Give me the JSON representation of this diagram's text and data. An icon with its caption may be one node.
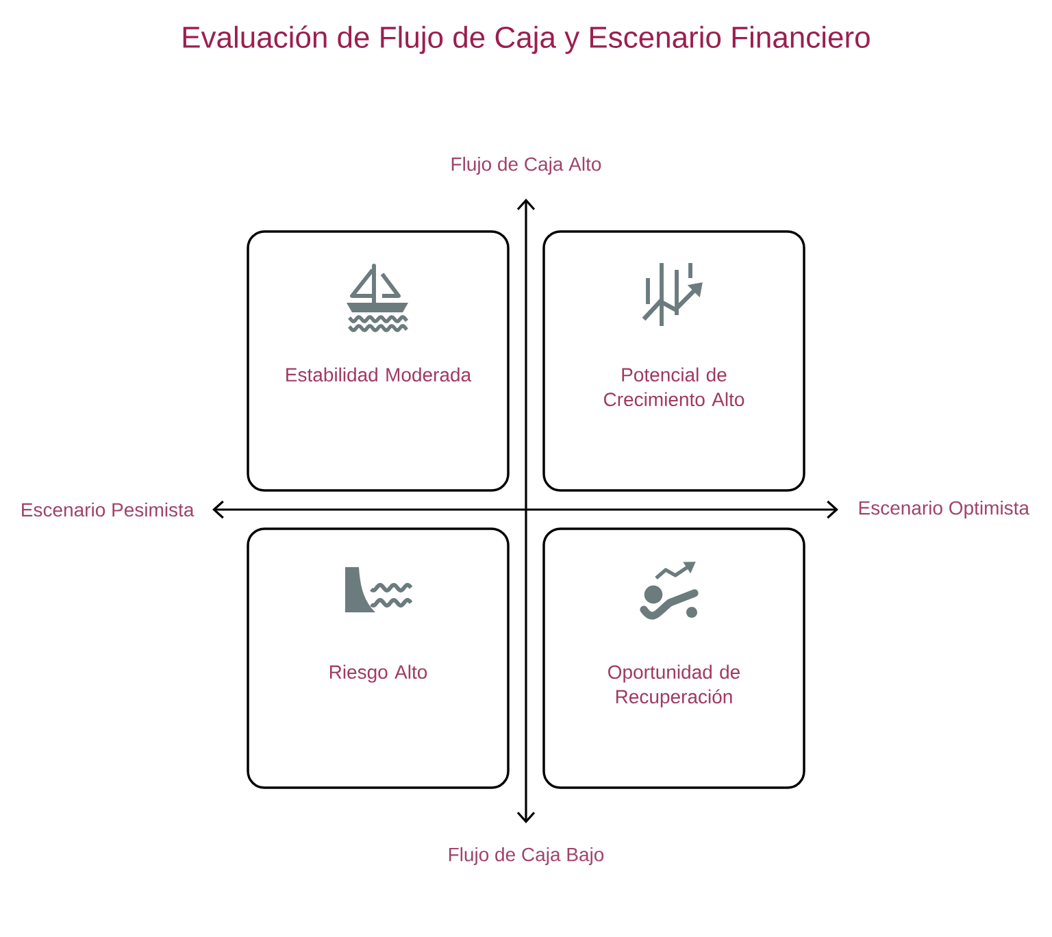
{
  "diagram": {
    "title": "Evaluación de Flujo de Caja y Escenario Financiero",
    "nodes": [
      {
        "text": [
          "Estabilidad Moderada"
        ]
      },
      {
        "text": [
          "Potencial de Crecimiento Alto"
        ]
      },
      {
        "text": [
          "Riesgo Alto"
        ]
      },
      {
        "text": [
          "Oportunidad de Recuperación"
        ]
      }
    ],
    "labels": [
      "Flujo de Caja Alto",
      "Escenario Pesimista",
      "Escenario Optimista",
      "Flujo de Caja Bajo"
    ]
  }
}
